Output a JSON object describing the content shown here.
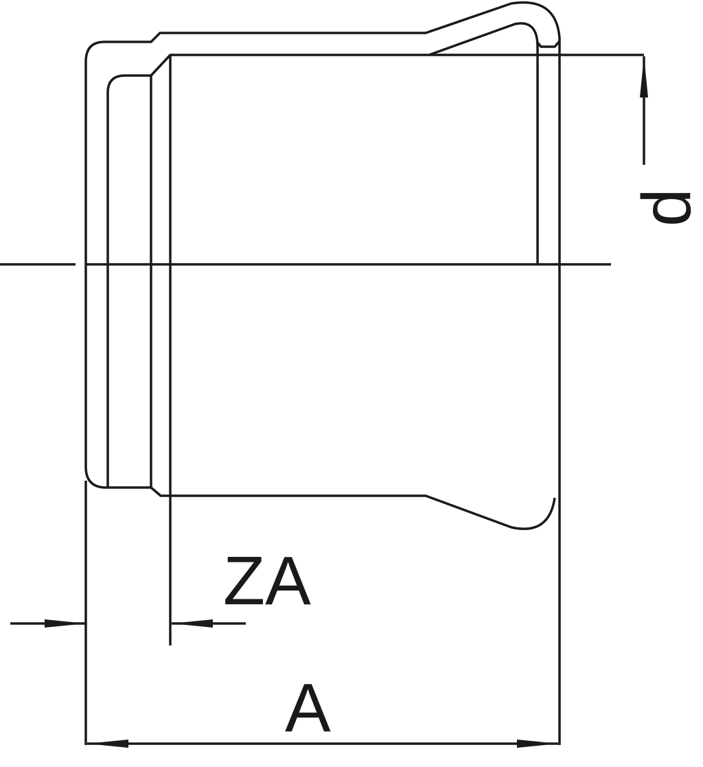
{
  "labels": {
    "diameter": "d",
    "za": "ZA",
    "length": "A"
  },
  "colors": {
    "line": "#1a1a1a",
    "background": "#ffffff"
  }
}
